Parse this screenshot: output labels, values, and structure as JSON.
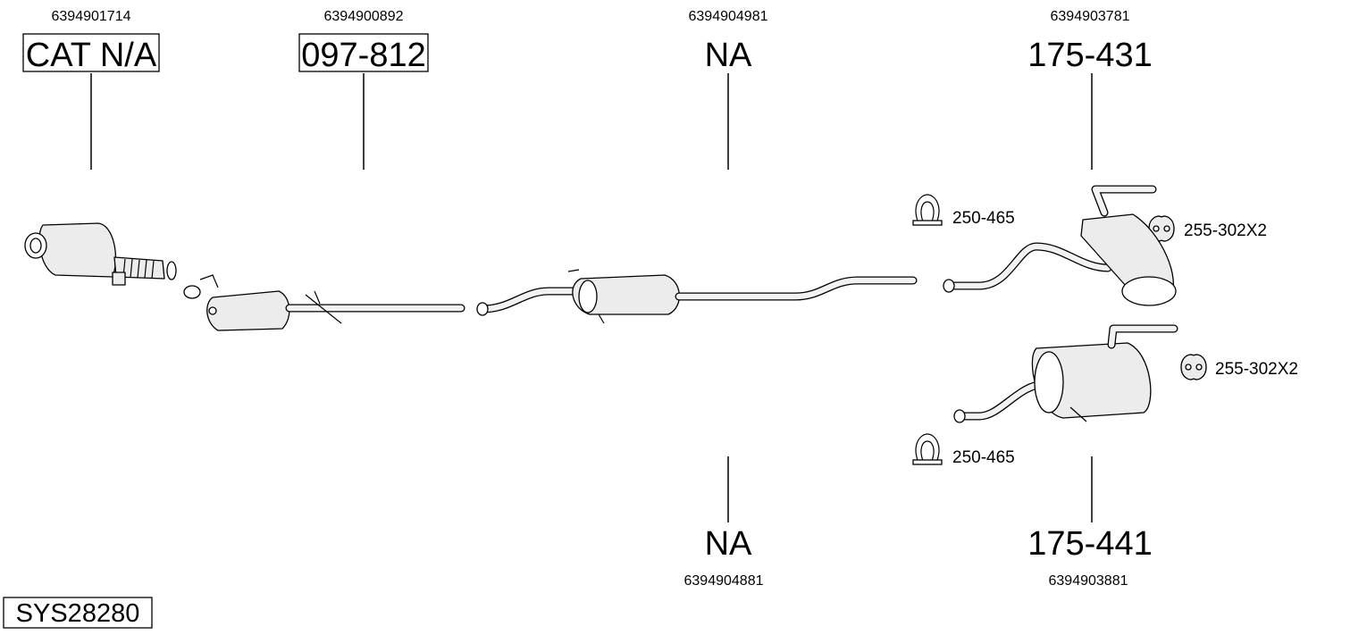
{
  "diagram": {
    "system_code": "SYS28280",
    "parts": [
      {
        "id": "catalyst",
        "oem": "6394901714",
        "part_no": "CAT N/A",
        "boxed": true
      },
      {
        "id": "front-pipe-filter",
        "oem": "6394900892",
        "part_no": "097-812",
        "boxed": true
      },
      {
        "id": "centre-silencer-top",
        "oem": "6394904981",
        "part_no": "NA",
        "boxed": false
      },
      {
        "id": "rear-silencer-top",
        "oem": "6394903781",
        "part_no": "175-431",
        "boxed": false
      },
      {
        "id": "centre-silencer-bottom",
        "oem": "6394904881",
        "part_no": "NA",
        "boxed": false
      },
      {
        "id": "rear-silencer-bottom",
        "oem": "6394903881",
        "part_no": "175-441",
        "boxed": false
      }
    ],
    "accessories": [
      {
        "id": "clamp-top",
        "label": "250-465",
        "icon": "clamp-icon"
      },
      {
        "id": "rubber-top",
        "label": "255-302X2",
        "icon": "rubber-mount-icon"
      },
      {
        "id": "rubber-bottom",
        "label": "255-302X2",
        "icon": "rubber-mount-icon"
      },
      {
        "id": "clamp-bottom",
        "label": "250-465",
        "icon": "clamp-icon"
      }
    ]
  }
}
